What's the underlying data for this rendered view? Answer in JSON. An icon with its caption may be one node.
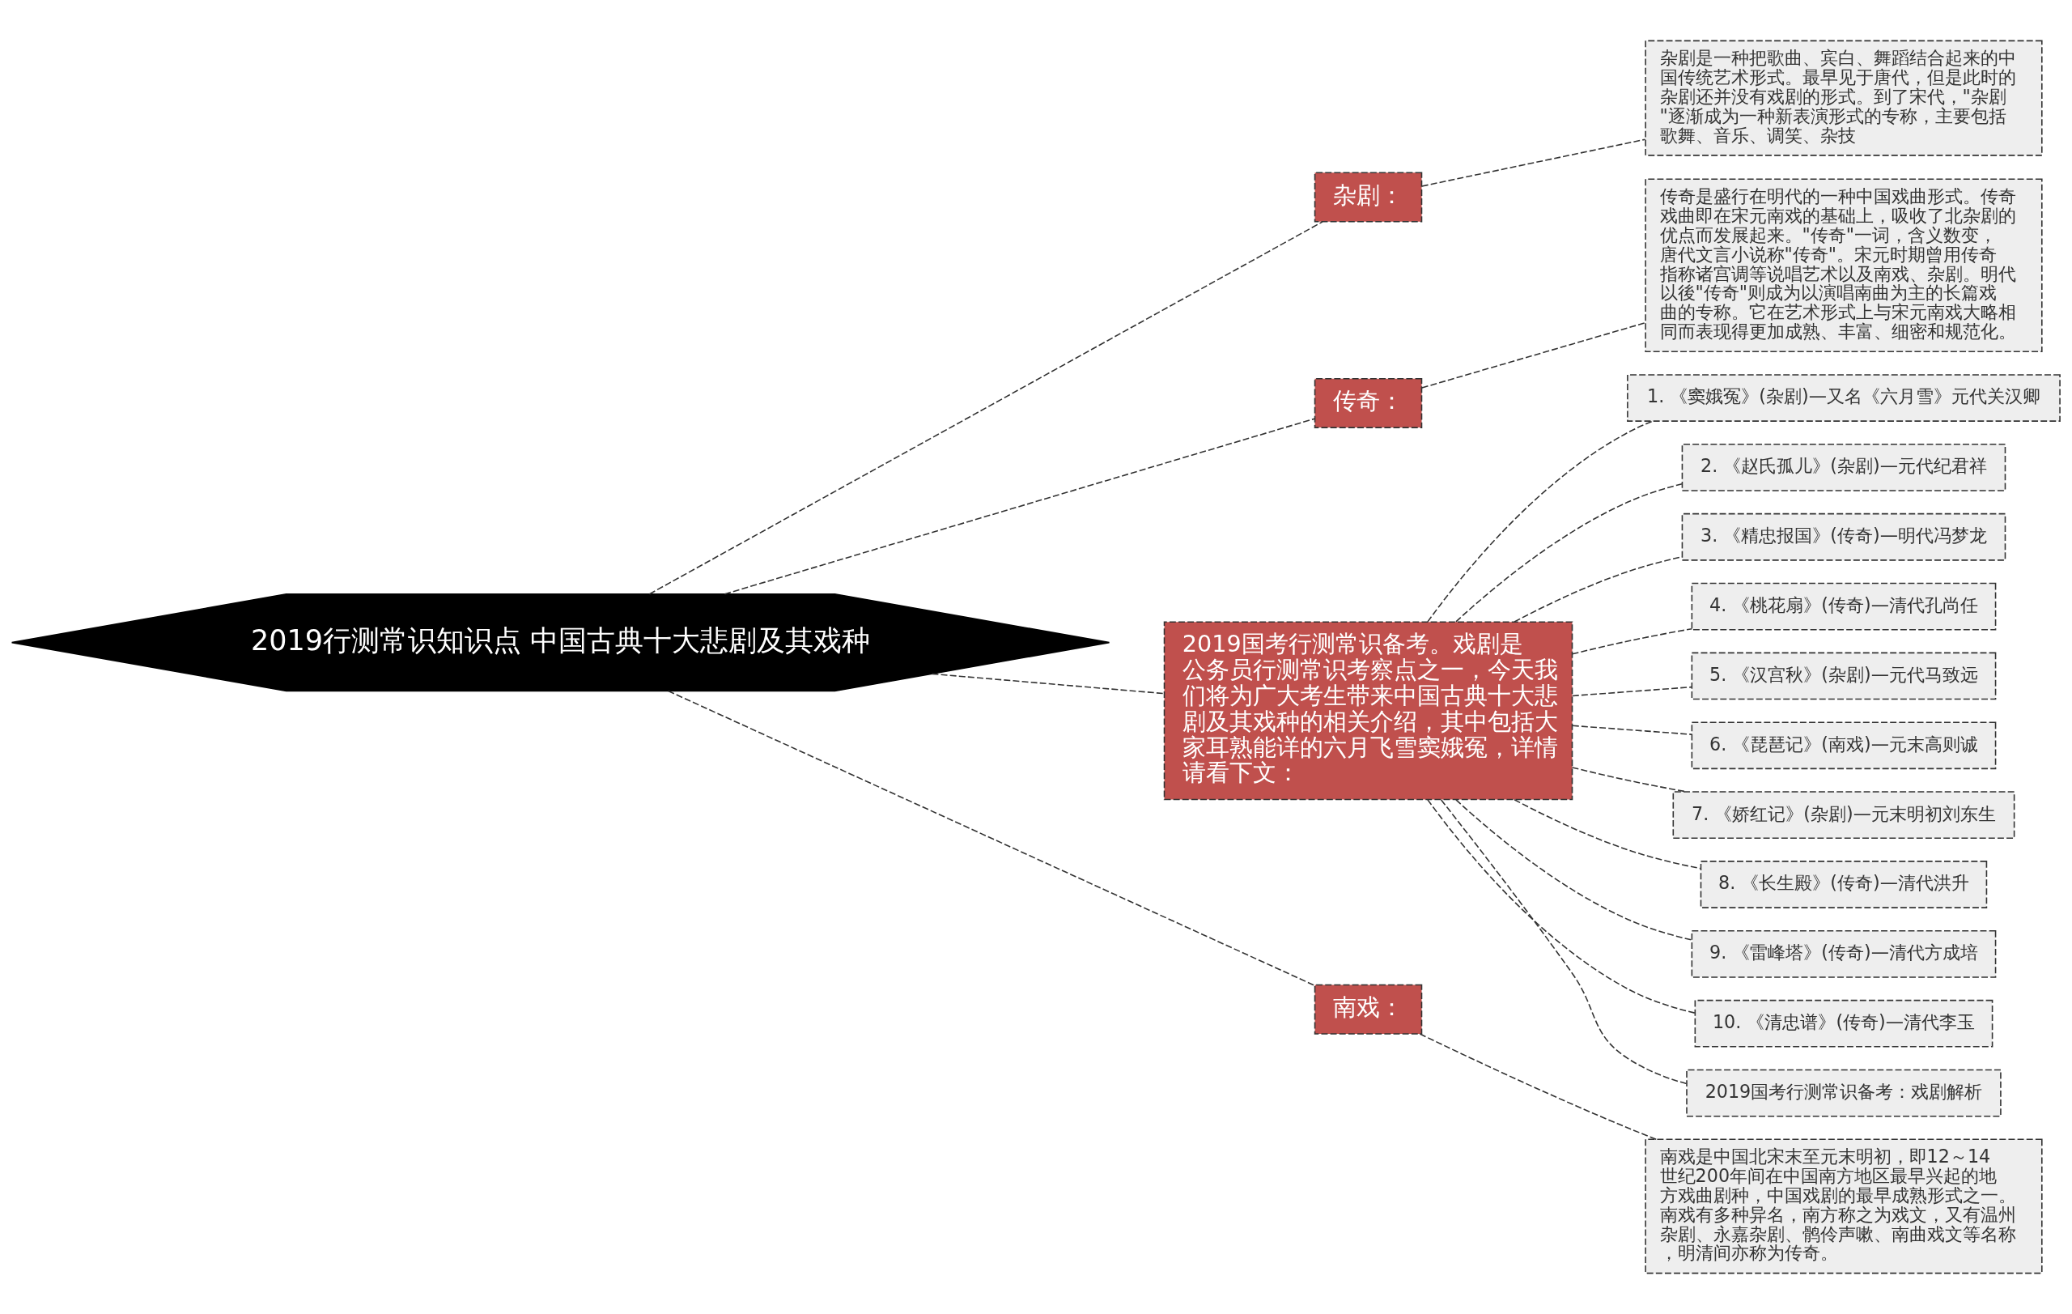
{
  "diagram": {
    "nodes": [
      {
        "text": [
          "2019行测常识知识点 中国古典十大悲剧及其戏种"
        ]
      },
      {
        "text": [
          "杂剧："
        ]
      },
      {
        "text": [
          "杂剧是一种把歌曲、宾白、舞蹈结合起来的中国传统艺术形式。最早见于唐代，但是此时的杂剧还并没有戏剧的形式。到了宋代，\"杂剧\"逐渐成为一种新表演形式的专称，主要包括歌舞、音乐、调笑、杂技"
        ]
      },
      {
        "text": [
          "传奇："
        ]
      },
      {
        "text": [
          "传奇是盛行在明代的一种中国戏曲形式。传奇戏曲即在宋元南戏的基础上，吸收了北杂剧的优点而发展起来。\"传奇\"一词，含义数变，唐代文言小说称\"传奇\"。宋元时期曾用传奇指称诸宫调等说唱艺术以及南戏、杂剧。明代以後\"传奇\"则成为以演唱南曲为主的长篇戏曲的专称。它在艺术形式上与宋元南戏大略相同而表现得更加成熟、丰富、细密和规范化。"
        ]
      },
      {
        "text": [
          "2019国考行测常识备考。戏剧是公务员行测常识考察点之一，今天我们将为广大考生带来中国古典十大悲剧及其戏种的相关介绍，其中包括大家耳熟能详的六月飞雪窦娥冤，详情请看下文："
        ]
      },
      {
        "text": [
          "1. 《窦娥冤》(杂剧)—又名《六月雪》元代关汉卿"
        ]
      },
      {
        "text": [
          "2. 《赵氏孤儿》(杂剧)—元代纪君祥"
        ]
      },
      {
        "text": [
          "3. 《精忠报国》(传奇)—明代冯梦龙"
        ]
      },
      {
        "text": [
          "4. 《桃花扇》(传奇)—清代孔尚任"
        ]
      },
      {
        "text": [
          "5. 《汉宫秋》(杂剧)—元代马致远"
        ]
      },
      {
        "text": [
          "6. 《琵琶记》(南戏)—元末高则诚"
        ]
      },
      {
        "text": [
          "7. 《娇红记》(杂剧)—元末明初刘东生"
        ]
      },
      {
        "text": [
          "8. 《长生殿》(传奇)—清代洪升"
        ]
      },
      {
        "text": [
          "9. 《雷峰塔》(传奇)—清代方成培"
        ]
      },
      {
        "text": [
          "10. 《清忠谱》(传奇)—清代李玉"
        ]
      },
      {
        "text": [
          "2019国考行测常识备考：戏剧解析"
        ]
      },
      {
        "text": [
          "南戏："
        ]
      },
      {
        "text": [
          "南戏是中国北宋末至元末明初，即12～14世纪200年间在中国南方地区最早兴起的地方戏曲剧种，中国戏剧的最早成熟形式之一。南戏有多种异名，南方称之为戏文，又有温州杂剧、永嘉杂剧、鹘伶声嗽、南曲戏文等名称，明清间亦称为传奇。"
        ]
      }
    ],
    "edges": [
      {
        "from": 0,
        "to": 1,
        "arrow": "none",
        "style": "dashed"
      },
      {
        "from": 1,
        "to": 2,
        "arrow": "none",
        "style": "dashed"
      },
      {
        "from": 0,
        "to": 3,
        "arrow": "none",
        "style": "dashed"
      },
      {
        "from": 3,
        "to": 4,
        "arrow": "none",
        "style": "dashed"
      },
      {
        "from": 0,
        "to": 5,
        "arrow": "none",
        "style": "dashed"
      },
      {
        "from": 5,
        "to": 6,
        "arrow": "none",
        "style": "dashed"
      },
      {
        "from": 5,
        "to": 7,
        "arrow": "none",
        "style": "dashed"
      },
      {
        "from": 5,
        "to": 8,
        "arrow": "none",
        "style": "dashed"
      },
      {
        "from": 5,
        "to": 9,
        "arrow": "none",
        "style": "dashed"
      },
      {
        "from": 5,
        "to": 10,
        "arrow": "none",
        "style": "dashed"
      },
      {
        "from": 5,
        "to": 11,
        "arrow": "none",
        "style": "dashed"
      },
      {
        "from": 5,
        "to": 12,
        "arrow": "none",
        "style": "dashed"
      },
      {
        "from": 5,
        "to": 13,
        "arrow": "none",
        "style": "dashed"
      },
      {
        "from": 5,
        "to": 14,
        "arrow": "none",
        "style": "dashed"
      },
      {
        "from": 5,
        "to": 15,
        "arrow": "none",
        "style": "dashed"
      },
      {
        "from": 5,
        "to": 16,
        "arrow": "none",
        "style": "dashed"
      },
      {
        "from": 0,
        "to": 17,
        "arrow": "none",
        "style": "dashed"
      },
      {
        "from": 17,
        "to": 18,
        "arrow": "none",
        "style": "dashed"
      }
    ]
  }
}
